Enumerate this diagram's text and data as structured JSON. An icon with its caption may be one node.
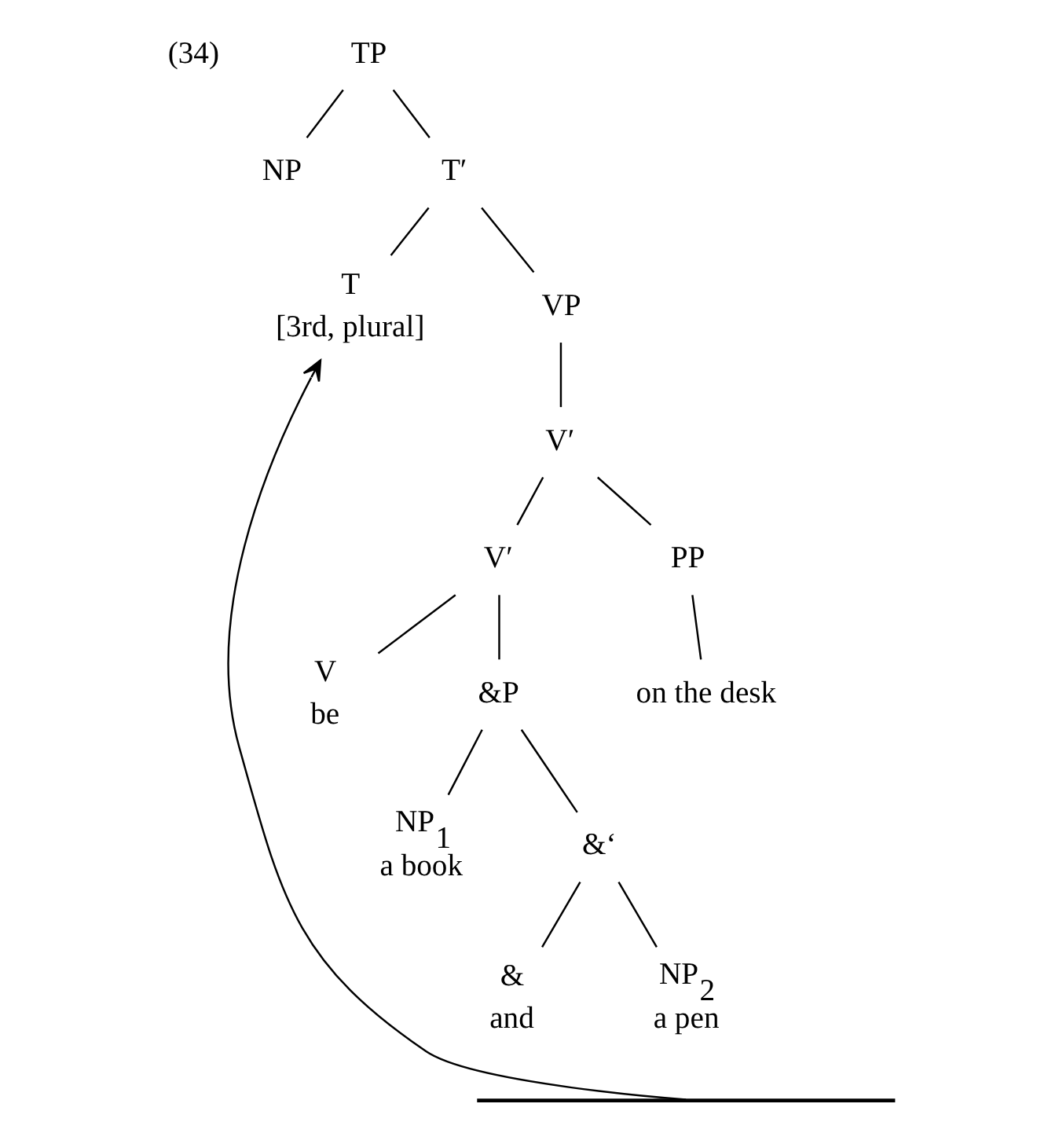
{
  "diagram": {
    "nodes": [
      {
        "text": [
          "TP"
        ]
      },
      {
        "text": [
          "NP"
        ]
      },
      {
        "text": [
          "T′"
        ]
      },
      {
        "text": [
          "T"
        ],
        "beside": [
          "[3rd, plural]"
        ]
      },
      {
        "text": [
          "VP"
        ]
      },
      {
        "text": [
          "V′"
        ]
      },
      {
        "text": [
          "V′"
        ]
      },
      {
        "text": [
          "PP"
        ]
      },
      {
        "text": [
          "V"
        ],
        "beside": [
          "be"
        ]
      },
      {
        "text": [
          "&P"
        ]
      },
      {
        "text": [
          "on the desk"
        ]
      },
      {
        "text": [
          "NP$_{1}$"
        ],
        "beside": [
          "a book"
        ]
      },
      {
        "text": [
          "&‘"
        ]
      },
      {
        "text": [
          "&"
        ],
        "beside": [
          "and"
        ]
      },
      {
        "text": [
          "NP$_{2}$"
        ],
        "beside": [
          "a pen"
        ]
      },
      {
        "text": [],
        "shape": "bar"
      }
    ],
    "edges": [
      {
        "from": 0,
        "to": 1,
        "arrow": "none"
      },
      {
        "from": 0,
        "to": 2,
        "arrow": "none"
      },
      {
        "from": 2,
        "to": 3,
        "arrow": "none"
      },
      {
        "from": 2,
        "to": 4,
        "arrow": "none"
      },
      {
        "from": 4,
        "to": 5,
        "arrow": "none"
      },
      {
        "from": 5,
        "to": 6,
        "arrow": "none"
      },
      {
        "from": 5,
        "to": 7,
        "arrow": "none"
      },
      {
        "from": 6,
        "to": 8,
        "arrow": "none"
      },
      {
        "from": 6,
        "to": 9,
        "arrow": "none"
      },
      {
        "from": 7,
        "to": 10,
        "arrow": "none"
      },
      {
        "from": 9,
        "to": 11,
        "arrow": "none"
      },
      {
        "from": 9,
        "to": 12,
        "arrow": "none"
      },
      {
        "from": 12,
        "to": 13,
        "arrow": "none"
      },
      {
        "from": 12,
        "to": 14,
        "arrow": "none"
      },
      {
        "from": 15,
        "to": 3,
        "arrow": "to"
      }
    ],
    "labels": [
      "(34)"
    ]
  }
}
